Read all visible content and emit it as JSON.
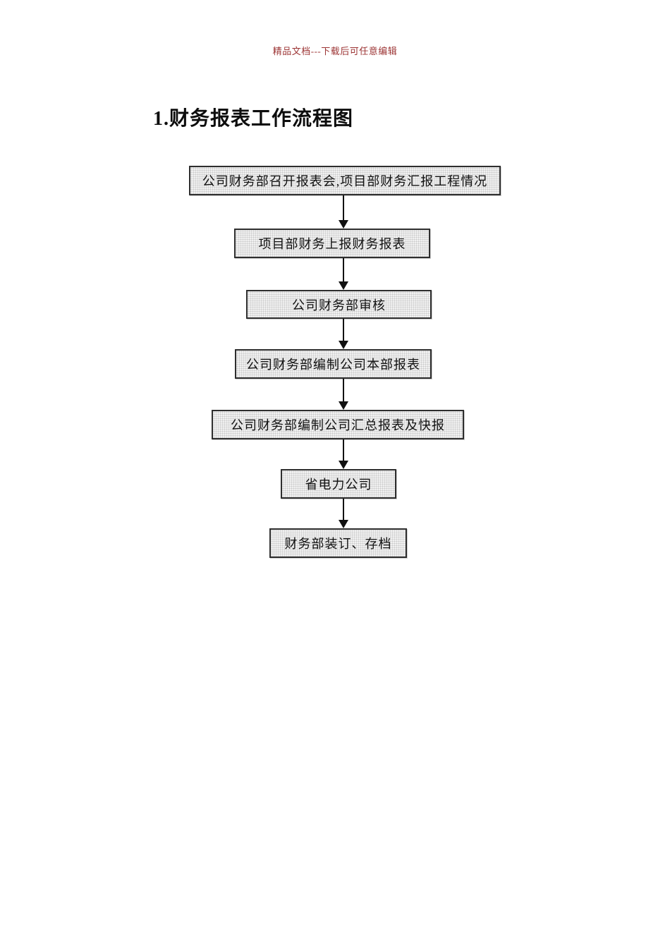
{
  "header": {
    "watermark": "精品文档---下载后可任意编辑"
  },
  "document": {
    "title": "1.财务报表工作流程图",
    "flowchart": {
      "type": "flowchart",
      "direction": "top-down",
      "nodes": [
        {
          "label": "公司财务部召开报表会,项目部财务汇报工程情况"
        },
        {
          "label": "项目部财务上报财务报表"
        },
        {
          "label": "公司财务部审核"
        },
        {
          "label": "公司财务部编制公司本部报表"
        },
        {
          "label": "公司财务部编制公司汇总报表及快报"
        },
        {
          "label": "省电力公司"
        },
        {
          "label": "财务部装订、存档"
        }
      ],
      "edges": [
        {
          "from": 0,
          "to": 1
        },
        {
          "from": 1,
          "to": 2
        },
        {
          "from": 2,
          "to": 3
        },
        {
          "from": 3,
          "to": 4
        },
        {
          "from": 4,
          "to": 5
        },
        {
          "from": 5,
          "to": 6
        }
      ]
    }
  },
  "colors": {
    "watermark_red": "#9c3434",
    "box_border": "#2e2e2e",
    "box_fill": "#f1f1f1",
    "box_texture_dot": "#c9c9c9",
    "arrow": "#111111",
    "text": "#111111",
    "page_background": "#ffffff"
  }
}
